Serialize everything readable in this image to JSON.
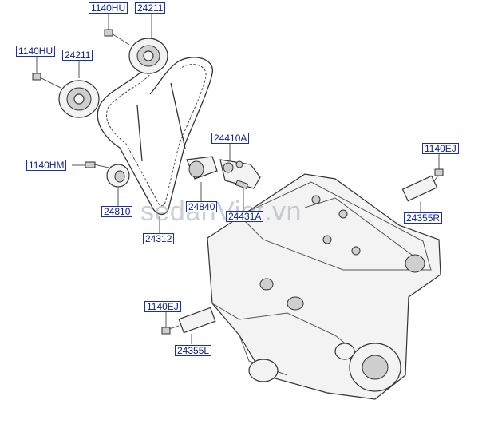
{
  "callouts": {
    "bolt_top": "1140HU",
    "sprocket_top": "24211",
    "bolt_left": "1140HU",
    "sprocket_left": "24211",
    "bolt_idler": "1140HM",
    "idler_pulley": "24810",
    "timing_belt": "24312",
    "tensioner_arm": "24840",
    "auto_tensioner": "24410A",
    "tensioner_bolt": "24431A",
    "bolt_ocv_right": "1140EJ",
    "ocv_right": "24355R",
    "bolt_ocv_left": "1140EJ",
    "ocv_left": "24355L"
  },
  "watermark": "sedanViet.vn",
  "colors": {
    "callout_border": "#1a2fb0",
    "callout_text": "#10208a",
    "line_art": "#333333"
  }
}
